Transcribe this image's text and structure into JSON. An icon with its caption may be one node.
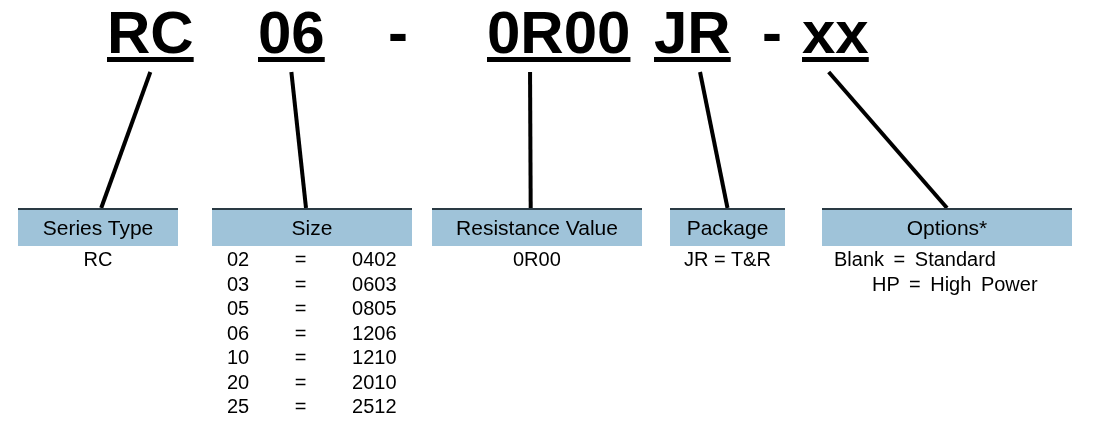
{
  "diagram": {
    "nodes": [
      {
        "text": [
          "RC"
        ]
      },
      {
        "text": [
          "06"
        ]
      },
      {
        "text": [
          "0R00"
        ]
      },
      {
        "text": [
          "JR"
        ]
      },
      {
        "text": [
          "xx"
        ]
      },
      {
        "text": [
          "Series Type"
        ],
        "beside": [
          "RC"
        ]
      },
      {
        "text": [
          "Size"
        ],
        "beside": [
          "02 = 0402",
          "03 = 0603",
          "05 = 0805",
          "06 = 1206",
          "10 = 1210",
          "20 = 2010",
          "25 = 2512"
        ]
      },
      {
        "text": [
          "Resistance Value"
        ],
        "beside": [
          "0R00"
        ]
      },
      {
        "text": [
          "Package"
        ],
        "beside": [
          "JR = T&R"
        ]
      },
      {
        "text": [
          "Options*"
        ],
        "beside": [
          "Blank = Standard",
          "HP = High Power"
        ]
      }
    ],
    "edges": [
      {
        "from": 0,
        "to": 5,
        "arrow": "none"
      },
      {
        "from": 1,
        "to": 6,
        "arrow": "none"
      },
      {
        "from": 2,
        "to": 7,
        "arrow": "none"
      },
      {
        "from": 3,
        "to": 8,
        "arrow": "none"
      },
      {
        "from": 4,
        "to": 9,
        "arrow": "none"
      }
    ],
    "labels": [
      "-",
      "-"
    ]
  }
}
